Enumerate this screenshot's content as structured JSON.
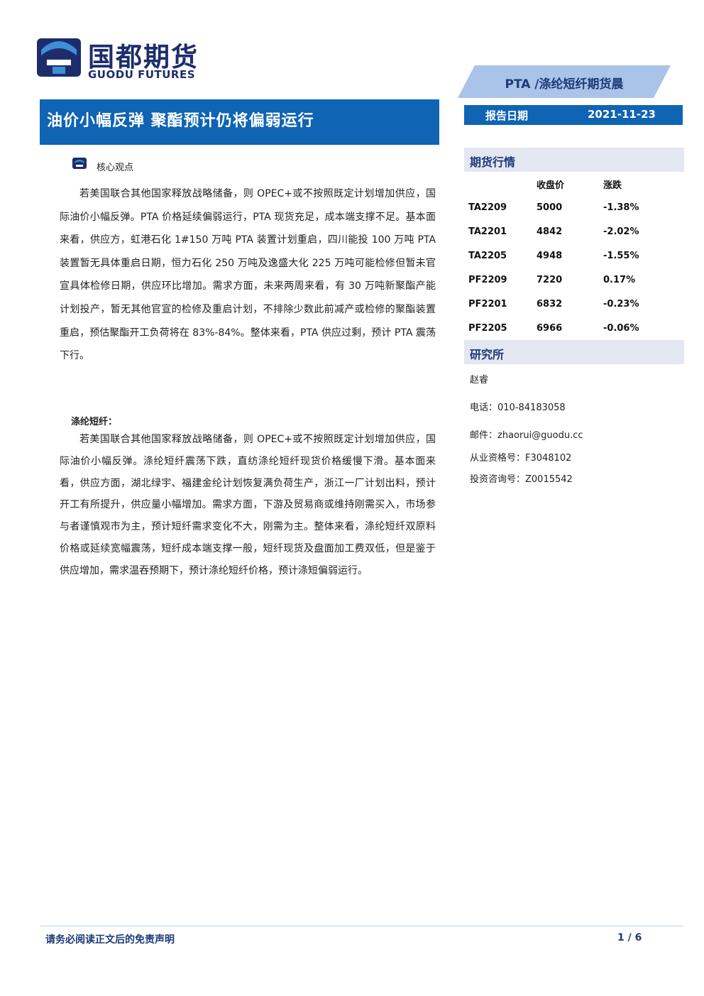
{
  "colors": {
    "brand_blue": "#0f64b4",
    "navy": "#1d2d6b",
    "section_bg": "#e3e7f2",
    "banner_bg": "#a9c4e8"
  },
  "logo": {
    "cn": "国都期货",
    "en": "GUODU FUTURES",
    "icon": "guodu-logo-icon"
  },
  "category": "PTA /涤纶短纤期货晨",
  "title": "油价小幅反弹 聚酯预计仍将偏弱运行",
  "report_date": {
    "label": "报告日期",
    "value": "2021-11-23"
  },
  "core": {
    "label": "核心观点",
    "paragraph1": "若美国联合其他国家释放战略储备，则 OPEC+或不按照既定计划增加供应，国际油价小幅反弹。PTA 价格延续偏弱运行，PTA 现货充足，成本端支撑不足。基本面来看，供应方，虹港石化 1#150 万吨 PTA 装置计划重启，四川能投 100 万吨 PTA 装置暂无具体重启日期，恒力石化 250 万吨及逸盛大化 225 万吨可能检修但暂未官宣具体检修日期，供应环比增加。需求方面，未来两周来看，有 30 万吨新聚酯产能计划投产，暂无其他官宣的检修及重启计划，不排除少数此前减产或检修的聚酯装置重启，预估聚酯开工负荷将在 83%-84%。整体来看，PTA 供应过剩，预计 PTA 震荡下行。",
    "sub_heading": "涤纶短纤：",
    "paragraph2": "若美国联合其他国家释放战略储备，则 OPEC+或不按照既定计划增加供应，国际油价小幅反弹。涤纶短纤震荡下跌，直纺涤纶短纤现货价格缓慢下滑。基本面来看，供应方面，湖北绿宇、福建金纶计划恢复满负荷生产，浙江一厂计划出料，预计开工有所提升，供应量小幅增加。需求方面，下游及贸易商或维持刚需买入，市场参与者谨慎观市为主，预计短纤需求变化不大，刚需为主。整体来看，涤纶短纤双原料价格或延续宽幅震荡，短纤成本端支撑一般，短纤现货及盘面加工费双低，但是鉴于供应增加，需求温吞预期下，预计涤纶短纤价格，预计涤短偏弱运行。"
  },
  "quotes": {
    "title": "期货行情",
    "headers": [
      "",
      "收盘价",
      "涨跌"
    ],
    "rows": [
      [
        "TA2209",
        "5000",
        "-1.38%"
      ],
      [
        "TA2201",
        "4842",
        "-2.02%"
      ],
      [
        "TA2205",
        "4948",
        "-1.55%"
      ],
      [
        "PF2209",
        "7220",
        "0.17%"
      ],
      [
        "PF2201",
        "6832",
        "-0.23%"
      ],
      [
        "PF2205",
        "6966",
        "-0.06%"
      ]
    ]
  },
  "research": {
    "title": "研究所",
    "name": "赵睿",
    "phone": "电话：010-84183058",
    "email": "邮件：zhaorui@guodu.cc",
    "license": "从业资格号：F3048102",
    "advisory": "投资咨询号：Z0015542"
  },
  "footer": {
    "disclaimer": "请务必阅读正文后的免责声明",
    "page": "1 / 6"
  }
}
